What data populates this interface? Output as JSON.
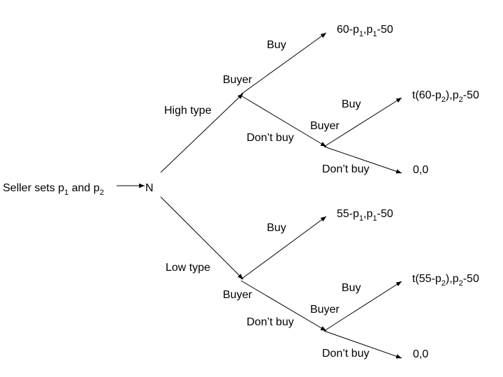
{
  "diagram": {
    "start_label": "Seller sets p",
    "start_sub1": "1",
    "start_mid": " and p",
    "start_sub2": "2",
    "nature_label": "N",
    "high_type": {
      "label": "High type",
      "buyer1": "Buyer",
      "buy1": "Buy",
      "payoff_buy1": {
        "a": "60-p",
        "s1": "1",
        "b": ",p",
        "s2": "1",
        "c": "-50"
      },
      "dont_buy1": "Don’t buy",
      "buyer2": "Buyer",
      "buy2": "Buy",
      "payoff_buy2": {
        "a": "t(60-p",
        "s1": "2",
        "b": "),p",
        "s2": "2",
        "c": "-50"
      },
      "dont_buy2": "Don’t buy",
      "payoff_none": "0,0"
    },
    "low_type": {
      "label": "Low type",
      "buyer1": "Buyer",
      "buy1": "Buy",
      "payoff_buy1": {
        "a": "55-p",
        "s1": "1",
        "b": ",p",
        "s2": "1",
        "c": "-50"
      },
      "dont_buy1": "Don’t buy",
      "buyer2": "Buyer",
      "buy2": "Buy",
      "payoff_buy2": {
        "a": "t(55-p",
        "s1": "2",
        "b": "),p",
        "s2": "2",
        "c": "-50"
      },
      "dont_buy2": "Don’t buy",
      "payoff_none": "0,0"
    }
  }
}
